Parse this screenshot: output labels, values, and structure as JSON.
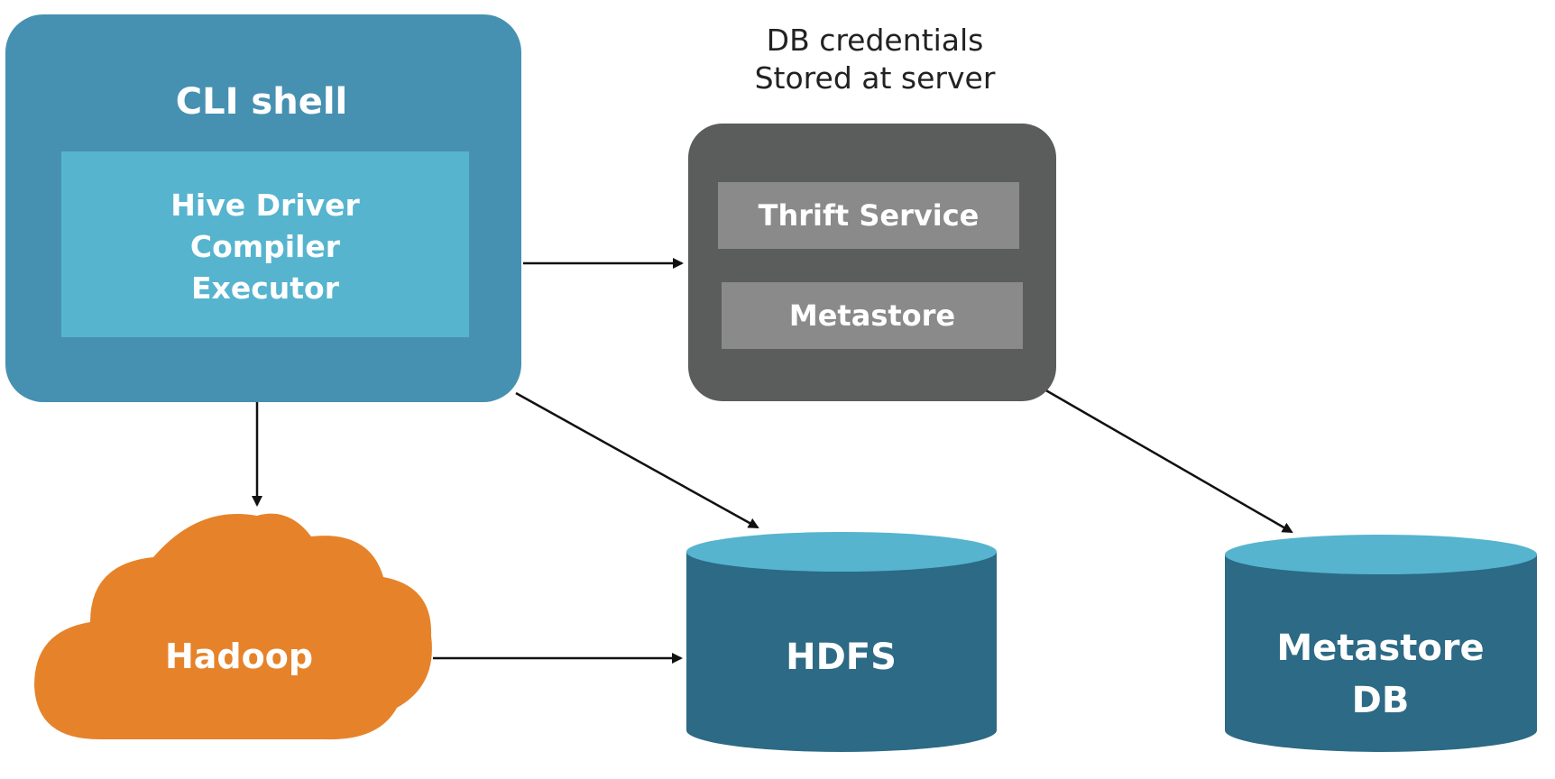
{
  "note": {
    "line1": "DB credentials",
    "line2": "Stored at server"
  },
  "cli_shell": {
    "title": "CLI shell",
    "inner_lines": [
      "Hive Driver",
      "Compiler",
      "Executor"
    ]
  },
  "metastore_server": {
    "rows": [
      "Thrift Service",
      "Metastore"
    ]
  },
  "hadoop": {
    "label": "Hadoop"
  },
  "hdfs": {
    "label": "HDFS"
  },
  "metastore_db": {
    "line1": "Metastore",
    "line2": "DB"
  },
  "colors": {
    "cli_outer": "#4691b1",
    "cli_inner": "#56b4cf",
    "server": "#5b5d5d",
    "server_row": "#8a8a8a",
    "hadoop": "#e6832a",
    "cylinder_body": "#2c6a85",
    "cylinder_top": "#56b4cf",
    "arrow": "#111111"
  }
}
